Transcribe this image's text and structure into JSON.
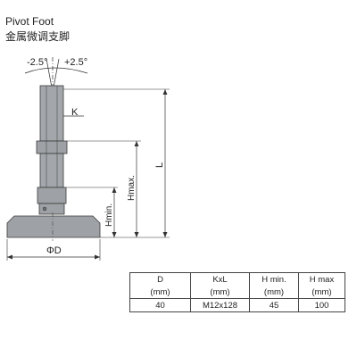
{
  "header": {
    "title_en": "Pivot Foot",
    "title_cn": "金属微调支脚"
  },
  "drawing": {
    "angle_left": "-2.5°",
    "angle_right": "+2.5°",
    "label_k": "K",
    "label_hmax": "Hmax.",
    "label_hmin": "Hmin.",
    "label_l": "L",
    "label_d": "ΦD"
  },
  "table": {
    "headers": [
      "D",
      "KxL",
      "H min.",
      "H max"
    ],
    "units": [
      "(mm)",
      "(mm)",
      "(mm)",
      "(mm)"
    ],
    "rows": [
      [
        "40",
        "M12x128",
        "45",
        "100"
      ]
    ]
  },
  "colors": {
    "part_fill": "#9ea2a6",
    "part_stroke": "#3a3a3a",
    "line": "#333333"
  }
}
